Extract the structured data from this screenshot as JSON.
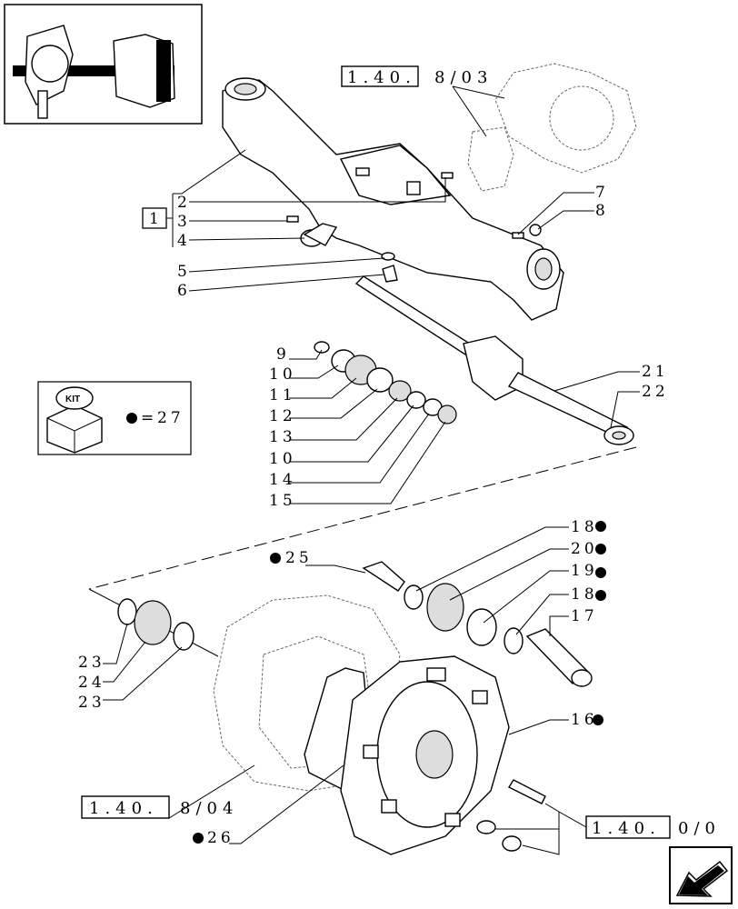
{
  "reference_boxes": {
    "ref_top": "1.40.",
    "ref_top_suffix": "8/03",
    "ref_bottom_left": "1.40.",
    "ref_bottom_left_suffix": "8/04",
    "ref_bottom_right": "1.40.",
    "ref_bottom_right_suffix": "0/0"
  },
  "kit_legend": {
    "badge": "KIT",
    "equals": "=",
    "value": "27"
  },
  "bracket_label": "1",
  "callouts": {
    "c2": "2",
    "c3": "3",
    "c4": "4",
    "c5": "5",
    "c6": "6",
    "c7": "7",
    "c8": "8",
    "c9": "9",
    "c10a": "10",
    "c11": "11",
    "c12": "12",
    "c13": "13",
    "c10b": "10",
    "c14": "14",
    "c15": "15",
    "c16": "16",
    "c17": "17",
    "c18a": "18",
    "c18b": "18",
    "c19": "19",
    "c20": "20",
    "c21": "21",
    "c22": "22",
    "c23a": "23",
    "c24": "24",
    "c23b": "23",
    "c25": "25",
    "c26": "26"
  },
  "icons": {
    "navigation": "next-page-arrow-icon",
    "kit_marker": "filled-dot-icon"
  }
}
